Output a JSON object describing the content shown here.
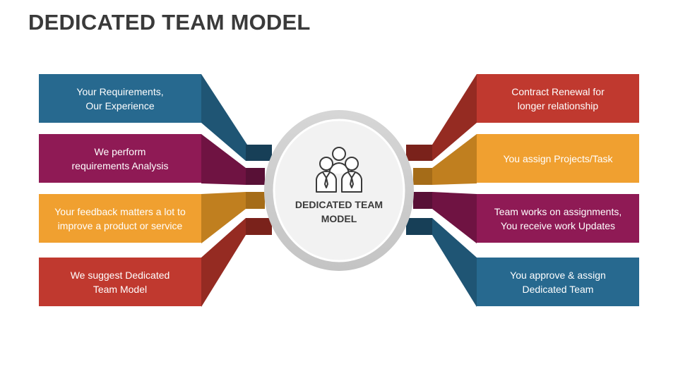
{
  "title": "DEDICATED TEAM MODEL",
  "center": {
    "label": "DEDICATED TEAM\nMODEL",
    "icon": "team-people-icon"
  },
  "colors": {
    "blue": "#27698f",
    "purple": "#8f1a55",
    "orange": "#f0a030",
    "red": "#c0392f"
  },
  "left_items": [
    {
      "text": "Your Requirements,\nOur Experience",
      "color": "#27698f"
    },
    {
      "text": "We perform\nrequirements Analysis",
      "color": "#8f1a55"
    },
    {
      "text": "Your feedback matters a lot to\nimprove a product or service",
      "color": "#f0a030"
    },
    {
      "text": "We suggest Dedicated\nTeam Model",
      "color": "#c0392f"
    }
  ],
  "right_items": [
    {
      "text": "Contract Renewal for\nlonger relationship",
      "color": "#c0392f"
    },
    {
      "text": "You assign Projects/Task",
      "color": "#f0a030"
    },
    {
      "text": "Team works on assignments,\nYou receive work Updates",
      "color": "#8f1a55"
    },
    {
      "text": "You approve & assign\nDedicated Team",
      "color": "#27698f"
    }
  ]
}
